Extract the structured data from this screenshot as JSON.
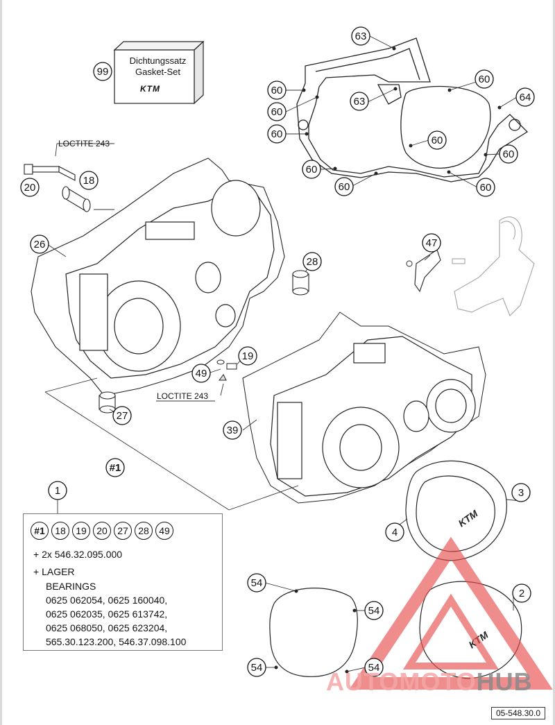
{
  "kit": {
    "label_de": "Dichtungssatz",
    "label_en": "Gasket-Set",
    "brand": "KTM",
    "ref": "99"
  },
  "notes": {
    "loctite_top": "LOCTITE 243",
    "loctite_bottom": "LOCTITE 243"
  },
  "callouts": {
    "c63a": "63",
    "c63b": "63",
    "c60a": "60",
    "c60b": "60",
    "c60c": "60",
    "c60d": "60",
    "c60e": "60",
    "c60f": "60",
    "c60g": "60",
    "c60h": "60",
    "c64": "64",
    "c20": "20",
    "c18": "18",
    "c26": "26",
    "c28": "28",
    "c47": "47",
    "c19": "19",
    "c49": "49",
    "c27": "27",
    "c39": "39",
    "cset": "#1",
    "c1": "1",
    "c3": "3",
    "c4": "4",
    "c2": "2",
    "c54a": "54",
    "c54b": "54",
    "c54c": "54",
    "c54d": "54"
  },
  "legend": {
    "refs": [
      "#1",
      "18",
      "19",
      "20",
      "27",
      "28",
      "49"
    ],
    "line1": "+ 2x 546.32.095.000",
    "line2": "+ LAGER",
    "line3": "BEARINGS",
    "line4": "0625 062054, 0625 160040,",
    "line5": "0625 062035, 0625 613742,",
    "line6": "0625 068050, 0625 623204,",
    "line7": "565.30.123.200, 546.37.098.100"
  },
  "watermark": {
    "part1": "AUTOMOTO",
    "part2": "HUB",
    "accent_color": "#e8504f"
  },
  "footer": {
    "code": "05-548.30.0"
  }
}
